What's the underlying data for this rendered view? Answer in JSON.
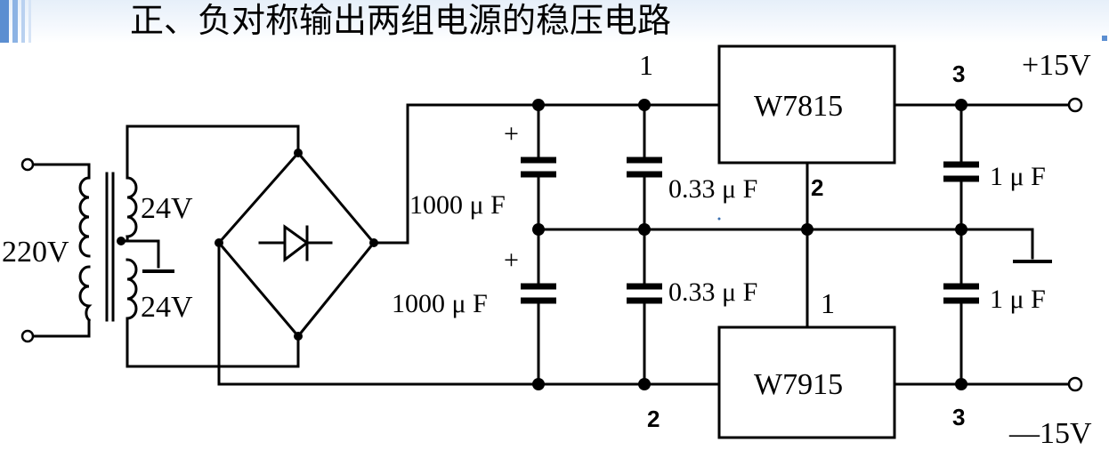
{
  "title": "正、负对称输出两组电源的稳压电路",
  "input": {
    "voltage": "220V"
  },
  "transformer": {
    "upper_winding": "24V",
    "lower_winding": "24V"
  },
  "filter_caps": {
    "upper": "1000 μ F",
    "lower": "1000 μ F",
    "polarity_mark": "+"
  },
  "bypass_caps": {
    "upper": "0.33 μ F",
    "lower": "0.33 μ F"
  },
  "regulators": {
    "positive": {
      "name": "W7815",
      "pin_in": "1",
      "pin_gnd": "2",
      "pin_out": "3"
    },
    "negative": {
      "name": "W7915",
      "pin_gnd": "1",
      "pin_in": "2",
      "pin_out": "3"
    }
  },
  "output_caps": {
    "upper": "1 μ F",
    "lower": "1 μ F"
  },
  "outputs": {
    "positive": "+15V",
    "negative": "—15V"
  },
  "colors": {
    "title_band": "#e6eff9",
    "accent": "#5b8ed1",
    "wire": "#000000"
  }
}
